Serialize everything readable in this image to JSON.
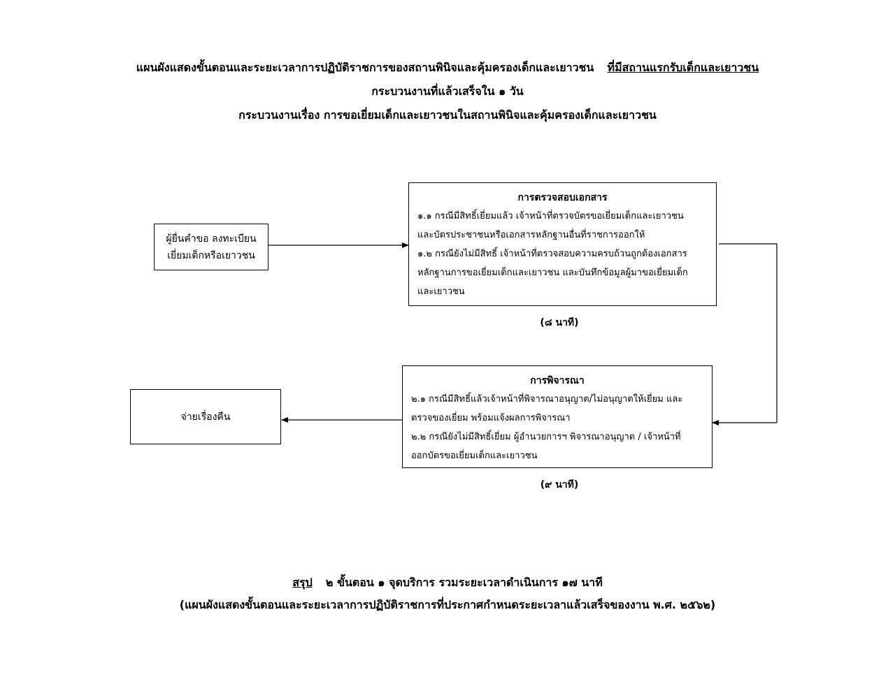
{
  "header": {
    "line1_main": "แผนผังแสดงขั้นตอนและระยะเวลาการปฏิบัติราชการของสถานพินิจและคุ้มครองเด็กและเยาวชน",
    "line1_underlined": "ที่มีสถานแรกรับเด็กและเยาวชน",
    "line2": "กระบวนงานที่แล้วเสร็จใน ๑ วัน",
    "line3": "กระบวนงานเรื่อง การขอเยี่ยมเด็กและเยาวชนในสถานพินิจและคุ้มครองเด็กและเยาวชน"
  },
  "steps": {
    "applicant": {
      "line1": "ผู้ยื่นคำขอ ลงทะเบียน",
      "line2": "เยี่ยมเด็กหรือเยาวชน"
    },
    "document_check": {
      "title": "การตรวจสอบเอกสาร",
      "item1_line1": "๑.๑ กรณีมีสิทธิ์เยี่ยมแล้ว เจ้าหน้าที่ตรวจบัตรขอเยี่ยมเด็กและเยาวชน",
      "item1_line2": "และบัตรประชาชนหรือเอกสารหลักฐานอื่นที่ราชการออกให้",
      "item2_line1": "๑.๒ กรณียังไม่มีสิทธิ์ เจ้าหน้าที่ตรวจสอบความครบถ้วนถูกต้องเอกสาร",
      "item2_line2": "หลักฐานการขอเยี่ยมเด็กและเยาวชน และบันทึกข้อมูลผู้มาขอเยี่ยมเด็ก",
      "item2_line3": "และเยาวชน",
      "duration": "(๘ นาที)"
    },
    "consideration": {
      "title": "การพิจารณา",
      "item1_line1": "๒.๑ กรณีมีสิทธิ์แล้วเจ้าหน้าที่พิจารณาอนุญาต/ไม่อนุญาตให้เยี่ยม และ",
      "item1_line2": "ตรวจของเยี่ยม พร้อมแจ้งผลการพิจารณา",
      "item2_line1": "๒.๒ กรณียังไม่มีสิทธิ์เยี่ยม ผู้อำนวยการฯ พิจารณาอนุญาต / เจ้าหน้าที่",
      "item2_line2": "ออกบัตรขอเยี่ยมเด็กและเยาวชน",
      "duration": "(๙ นาที)"
    },
    "return": {
      "label": "จ่ายเรื่องคืน"
    }
  },
  "footer": {
    "summary_label": "สรุป",
    "summary_text": "๒ ขั้นตอน ๑ จุดบริการ  รวมระยะเวลาดำเนินการ ๑๗ นาที",
    "note": "(แผนผังแสดงขั้นตอนและระยะเวลาการปฏิบัติราชการที่ประกาศกำหนดระยะเวลาแล้วเสร็จของงาน พ.ศ. ๒๕๖๒)"
  },
  "colors": {
    "ink": "#000000",
    "background": "#ffffff"
  }
}
